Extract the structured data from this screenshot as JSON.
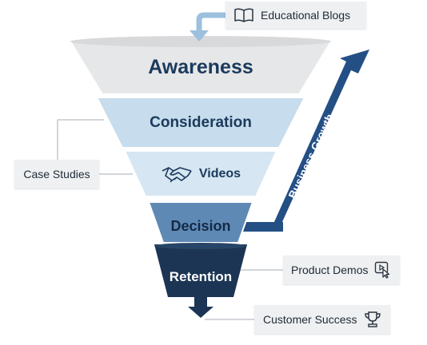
{
  "stages": [
    {
      "label": "Awareness",
      "color": "#e6e7e8",
      "text_color": "#1b3a5c"
    },
    {
      "label": "Consideration",
      "color": "#c7dcec",
      "text_color": "#1b3a5c"
    },
    {
      "label": "Videos",
      "color": "#d6e6f2",
      "text_color": "#1b3a5c",
      "icon": "handshake-icon"
    },
    {
      "label": "Decision",
      "color": "#5f89b5",
      "text_color": "#132a45"
    },
    {
      "label": "Retention",
      "color": "#1c3554",
      "text_color": "#ffffff"
    }
  ],
  "callouts": {
    "educational_blogs": {
      "label": "Educational Blogs",
      "icon": "book-icon"
    },
    "case_studies": {
      "label": "Case Studies"
    },
    "product_demos": {
      "label": "Product Demos",
      "icon": "cursor-click-icon"
    },
    "customer_success": {
      "label": "Customer Success",
      "icon": "trophy-icon"
    }
  },
  "growth_arrow": {
    "label": "Business Growth",
    "color": "#244f85"
  }
}
